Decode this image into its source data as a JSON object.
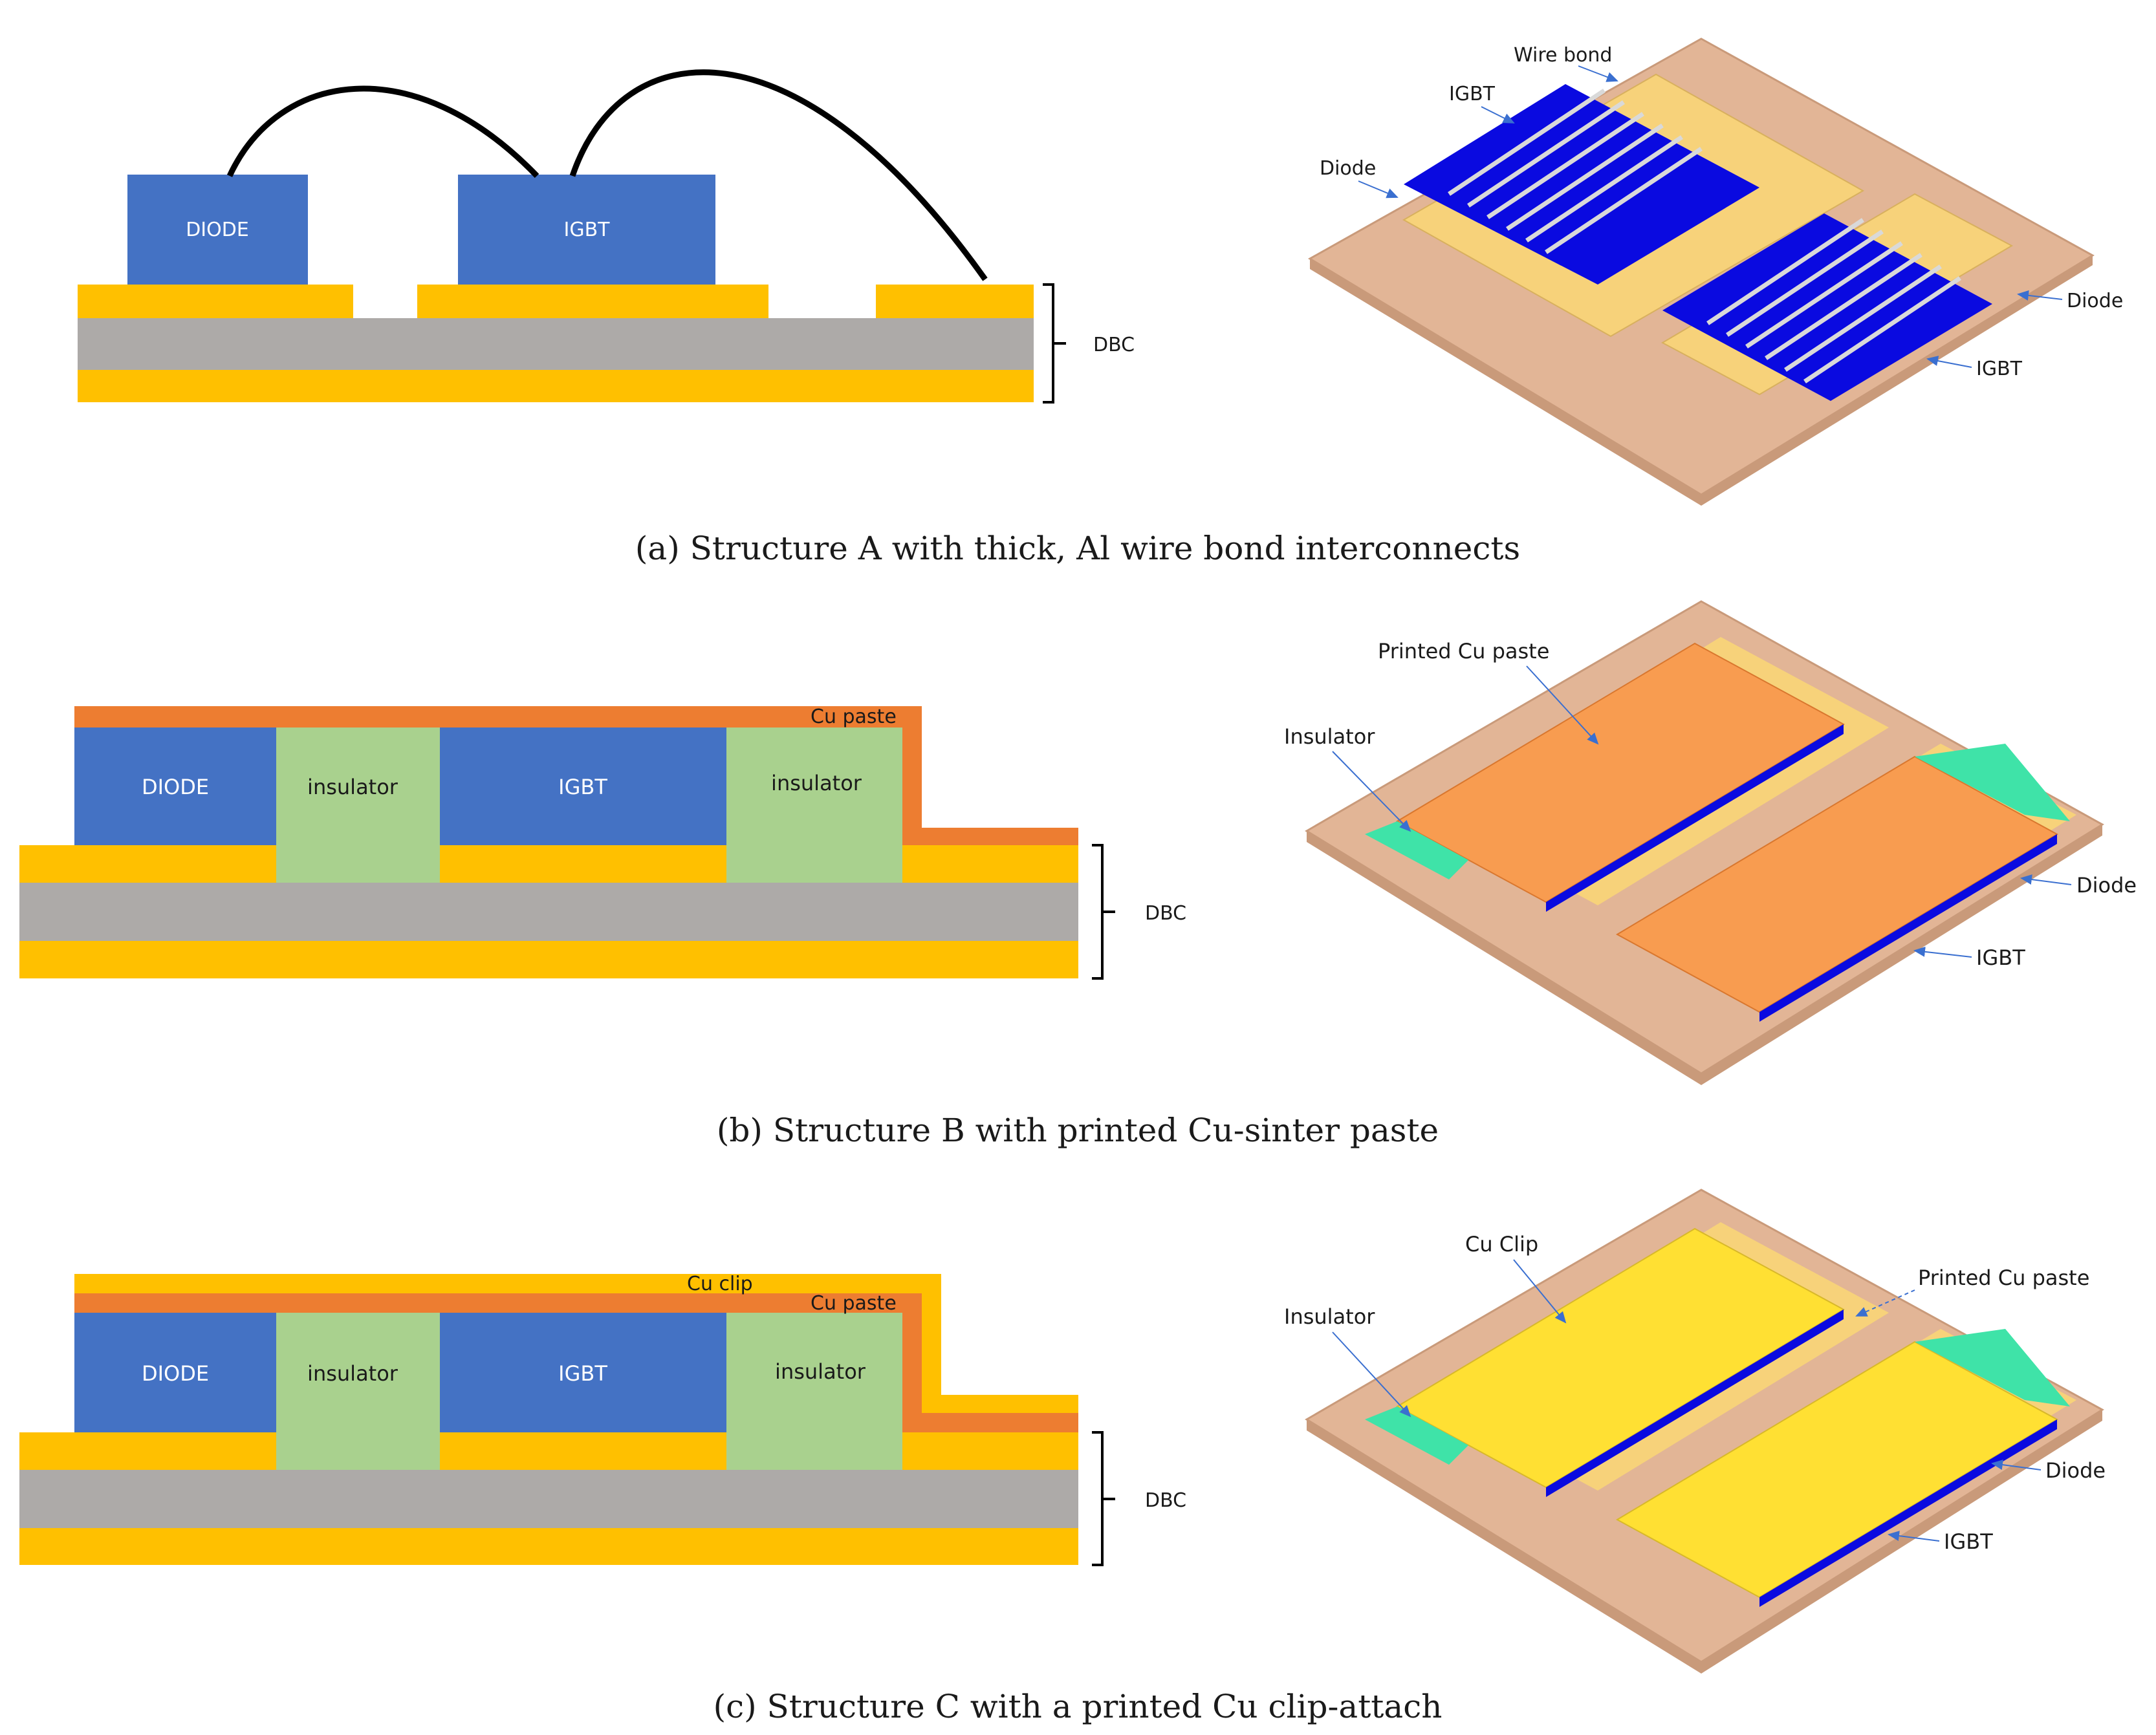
{
  "colors": {
    "substrate_gold": "#FFC000",
    "ceramic_gray": "#ADAAA8",
    "chip_blue": "#4472C4",
    "insulator_green": "#A9D18E",
    "cu_paste_orange": "#ED7D31",
    "board_tan": "#E2B596",
    "pad_yellow": "#F7D27A",
    "chip_dark_blue": "#0A0AE0",
    "clip_yellow": "#FFE033",
    "printed_paste_orange": "#F89C50",
    "insulator_teal": "#3FE3A8",
    "wire_gray": "#D9D9D9"
  },
  "panels": [
    {
      "id": "a",
      "caption": "(a) Structure A with thick, Al wire bond interconnects",
      "cross_section": {
        "chip1": "DIODE",
        "chip2": "IGBT",
        "bracket_label": "DBC"
      },
      "render_3d": {
        "labels": [
          "Wire bond",
          "IGBT",
          "Diode",
          "Diode",
          "IGBT"
        ]
      }
    },
    {
      "id": "b",
      "caption": "(b) Structure B with printed Cu-sinter paste",
      "cross_section": {
        "chip1": "DIODE",
        "insulator1": "insulator",
        "chip2": "IGBT",
        "insulator2": "insulator",
        "paste": "Cu paste",
        "bracket_label": "DBC"
      },
      "render_3d": {
        "labels": [
          "Printed Cu paste",
          "Insulator",
          "Diode",
          "IGBT"
        ]
      }
    },
    {
      "id": "c",
      "caption": "(c) Structure C with a printed Cu clip-attach",
      "cross_section": {
        "chip1": "DIODE",
        "insulator1": "insulator",
        "chip2": "IGBT",
        "insulator2": "insulator",
        "clip": "Cu clip",
        "paste": "Cu paste",
        "bracket_label": "DBC"
      },
      "render_3d": {
        "labels": [
          "Cu Clip",
          "Printed Cu paste",
          "Insulator",
          "Diode",
          "IGBT"
        ]
      }
    }
  ]
}
